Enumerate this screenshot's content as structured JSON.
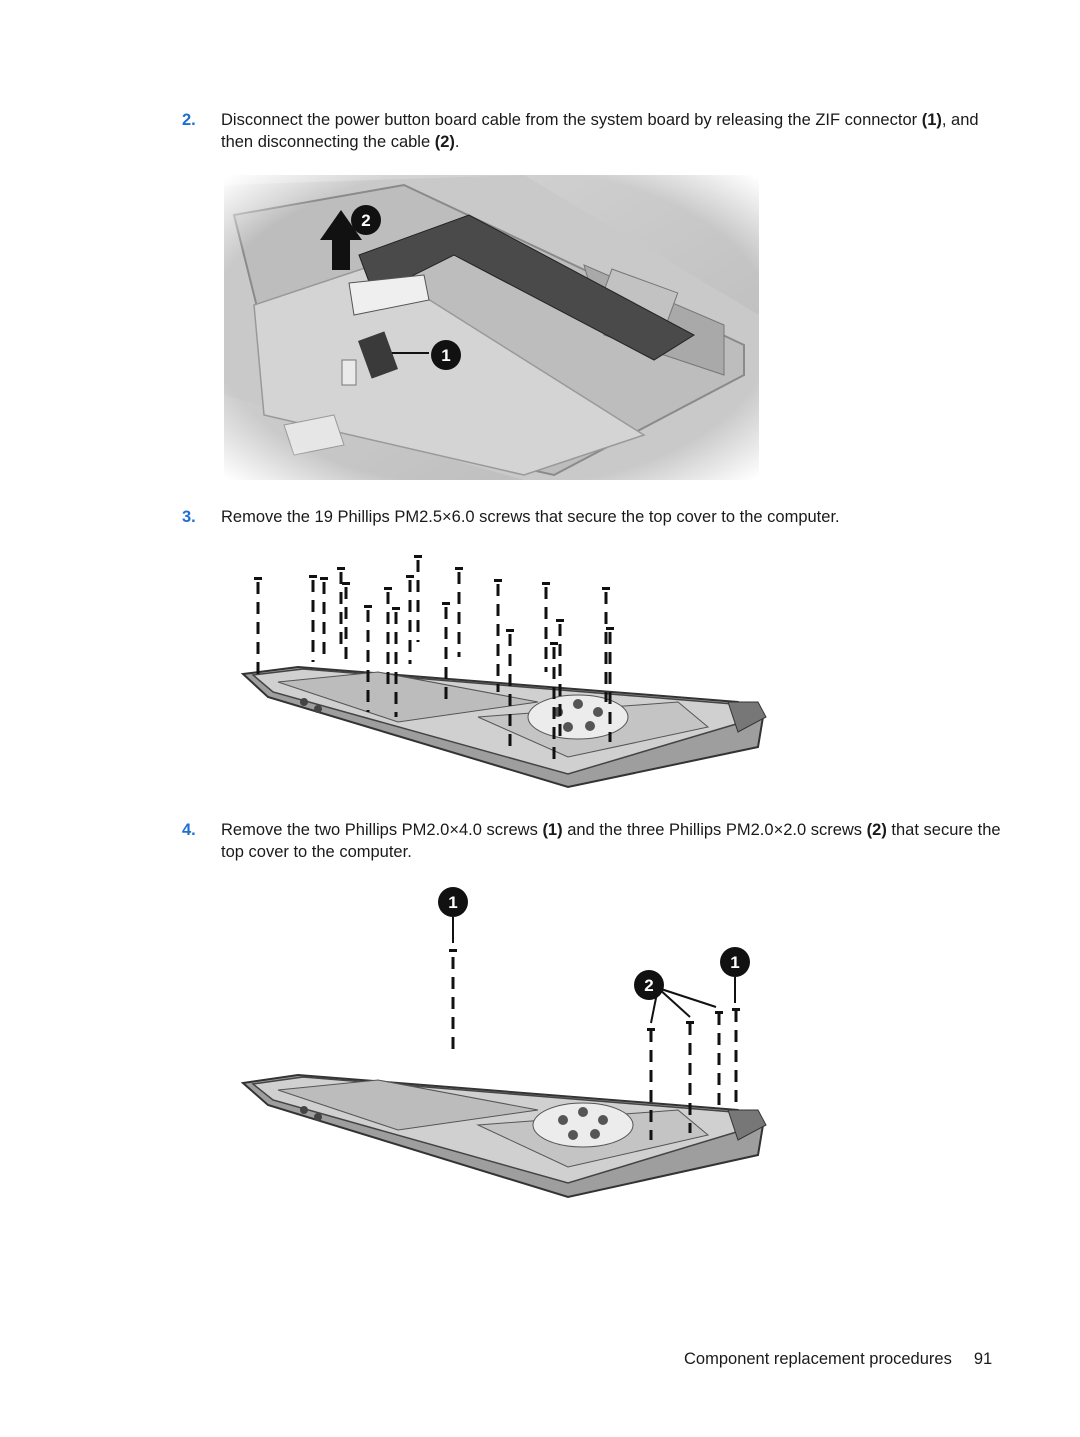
{
  "steps": [
    {
      "number": "2.",
      "text_before": "Disconnect the power button board cable from the system board by releasing the ZIF connector ",
      "bold1": "(1)",
      "text_middle": ", and then disconnecting the cable ",
      "bold2": "(2)",
      "text_after": ".",
      "callouts": [
        "1",
        "2"
      ]
    },
    {
      "number": "3.",
      "text": "Remove the 19 Phillips PM2.5×6.0 screws that secure the top cover to the computer."
    },
    {
      "number": "4.",
      "text_before": "Remove the two Phillips PM2.0×4.0 screws ",
      "bold1": "(1)",
      "text_middle": " and the three Phillips PM2.0×2.0 screws ",
      "bold2": "(2)",
      "text_after": " that secure the top cover to the computer.",
      "callouts": [
        "1",
        "2",
        "1"
      ]
    }
  ],
  "footer": {
    "section": "Component replacement procedures",
    "page_number": "91"
  },
  "colors": {
    "step_number": "#1f6fd1",
    "text": "#1a1a1a",
    "callout_fill": "#111111"
  }
}
